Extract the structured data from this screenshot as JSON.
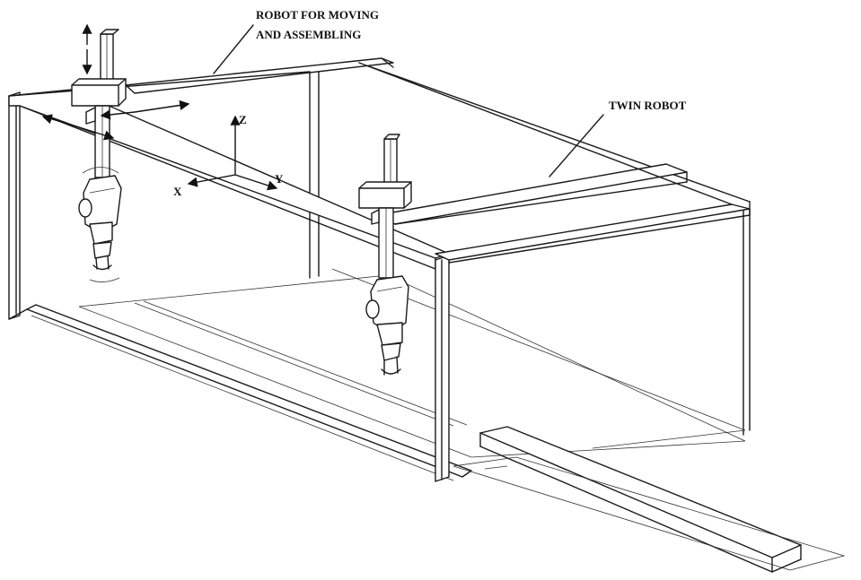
{
  "labels": {
    "robot_moving": [
      "ROBOT FOR  MOVING",
      "AND ASSEMBLING"
    ],
    "twin_robot": "TWIN ROBOT",
    "axis_x": "X",
    "axis_y": "Y",
    "axis_z": "Z"
  }
}
